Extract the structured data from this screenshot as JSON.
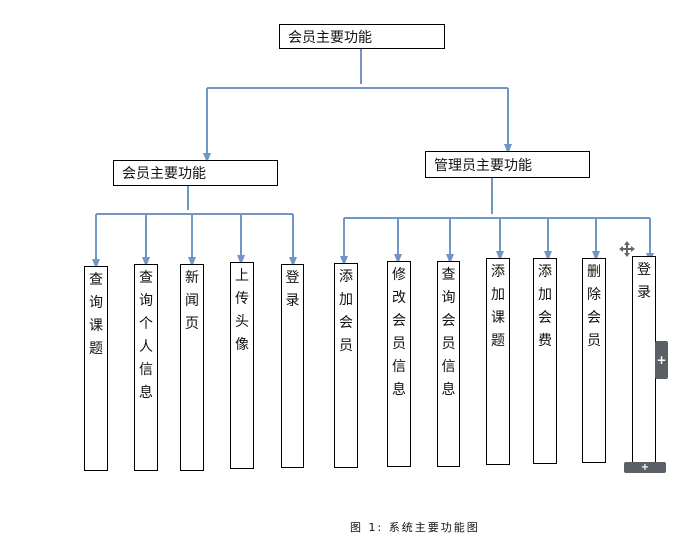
{
  "diagram": {
    "root_label": "会员主要功能",
    "member_label": "会员主要功能",
    "admin_label": "管理员主要功能",
    "member_items": [
      "查询课题",
      "查询个人信息",
      "新闻页",
      "上传头像",
      "登录"
    ],
    "admin_items": [
      "添加会员",
      "修改会员信息",
      "查询会员信息",
      "添加课题",
      "添加会费",
      "删除会员",
      "登录"
    ],
    "caption": "图 1: 系统主要功能图",
    "colors": {
      "connector": "#6f96c4",
      "border": "#000000",
      "handle": "#5b5f66"
    },
    "handles": {
      "move_icon": "move-arrows-icon",
      "side_icon": "plus-icon",
      "bottom_icon": "plus-icon",
      "side_symbol": "+",
      "bottom_symbol": "+"
    }
  }
}
